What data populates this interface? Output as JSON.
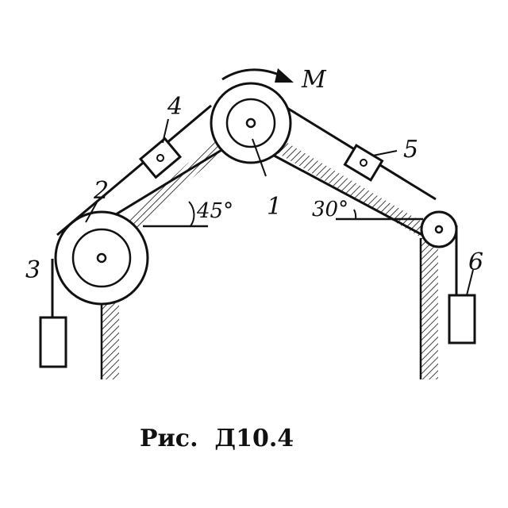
{
  "labels": {
    "wheel_1": "1",
    "wheel_2": "2",
    "load_3": "3",
    "slider_4": "4",
    "slider_5": "5",
    "load_6": "6",
    "moment": "M",
    "angle_left": "45°",
    "angle_right": "30°"
  },
  "caption": "Рис.  Д10.4",
  "colors": {
    "ink": "#111111",
    "background": "#ffffff"
  }
}
